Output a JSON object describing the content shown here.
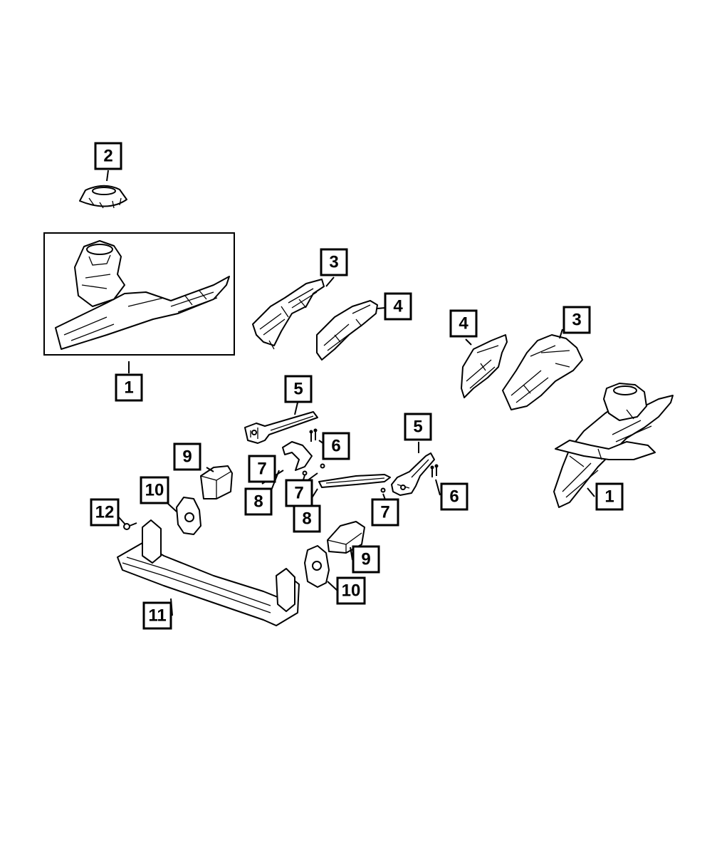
{
  "diagram": {
    "callouts": [
      {
        "id": "c1a",
        "label": "1"
      },
      {
        "id": "c1b",
        "label": "1"
      },
      {
        "id": "c2",
        "label": "2"
      },
      {
        "id": "c3a",
        "label": "3"
      },
      {
        "id": "c3b",
        "label": "3"
      },
      {
        "id": "c4a",
        "label": "4"
      },
      {
        "id": "c4b",
        "label": "4"
      },
      {
        "id": "c5a",
        "label": "5"
      },
      {
        "id": "c5b",
        "label": "5"
      },
      {
        "id": "c6a",
        "label": "6"
      },
      {
        "id": "c6b",
        "label": "6"
      },
      {
        "id": "c7a",
        "label": "7"
      },
      {
        "id": "c7b",
        "label": "7"
      },
      {
        "id": "c7c",
        "label": "7"
      },
      {
        "id": "c8a",
        "label": "8"
      },
      {
        "id": "c8b",
        "label": "8"
      },
      {
        "id": "c9a",
        "label": "9"
      },
      {
        "id": "c9b",
        "label": "9"
      },
      {
        "id": "c10a",
        "label": "10"
      },
      {
        "id": "c10b",
        "label": "10"
      },
      {
        "id": "c11",
        "label": "11"
      },
      {
        "id": "c12",
        "label": "12"
      }
    ]
  }
}
